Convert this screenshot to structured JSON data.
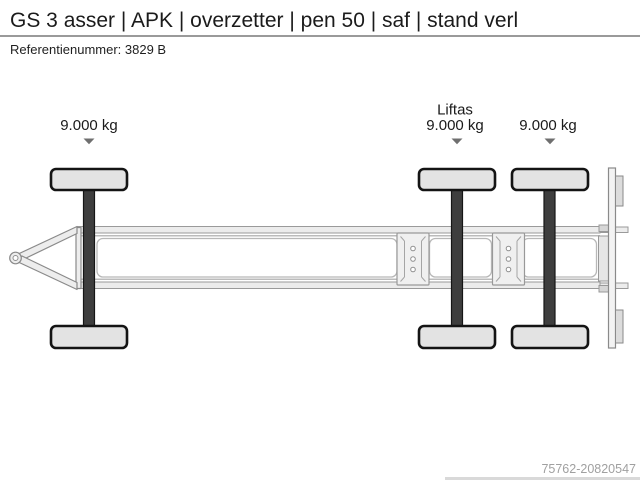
{
  "header": {
    "title": "GS 3 asser | APK | overzetter | pen 50 | saf | stand verl",
    "reference": "Referentienummer: 3829 B"
  },
  "diagram": {
    "axles": [
      {
        "id": "axle-1",
        "lift_label": "",
        "weight": "9.000 kg"
      },
      {
        "id": "axle-2",
        "lift_label": "Liftas",
        "weight": "9.000 kg"
      },
      {
        "id": "axle-3",
        "lift_label": "",
        "weight": "9.000 kg"
      }
    ],
    "arrow_icon": "▼"
  },
  "footer": {
    "listing_number": "75762-20820547"
  },
  "colors": {
    "title_text": "#1b1b1b",
    "divider": "#9a9a9a",
    "frame_outline": "#8a8a8a",
    "frame_fill": "#ededed",
    "axle_bar": "#3e3e3e",
    "tire_fill": "#e3e3e3",
    "arrow": "#6f6f6f",
    "watermark_text": "#a0a0a0"
  }
}
